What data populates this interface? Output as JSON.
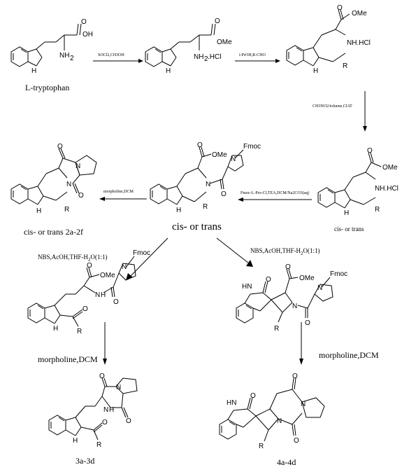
{
  "atoms": {
    "OH": "OH",
    "NH2": "NH",
    "H": "H",
    "O": "O",
    "OMe": "OMe",
    "NH2HCl": "NH",
    "HCl": ".HCl",
    "NHHCl": "NH.HCl",
    "R": "R",
    "N": "N",
    "Fmoc": "Fmoc",
    "HN": "HN",
    "sub2": "2"
  },
  "labels": {
    "ltryptophan": "L-tryptophan",
    "cistrans_small": "cis- or trans",
    "cistrans_big": "cis- or trans",
    "compound_2": "cis- or trans 2a-2f",
    "compound_3": "3a-3d",
    "compound_4": "4a-4d"
  },
  "conditions": {
    "step1": "SOCl2,CH3OH",
    "step2": "i-PrOH,R-CHO",
    "step3": "CH3NO2/toluene,ClAT",
    "step4": "Fmoc-L-Pro-Cl,TEA,DCM/Na2CO3(aq)",
    "step5": "morpholine,DCM",
    "step6_left": "NBS,AcOH,THF-H",
    "step6_left_tail": "O(1:1)",
    "step6_right": "NBS,AcOH,THF-H",
    "step6_right_tail": "O(1:1)",
    "step7_left": "morpholine,DCM",
    "step7_right": "morpholine,DCM"
  }
}
